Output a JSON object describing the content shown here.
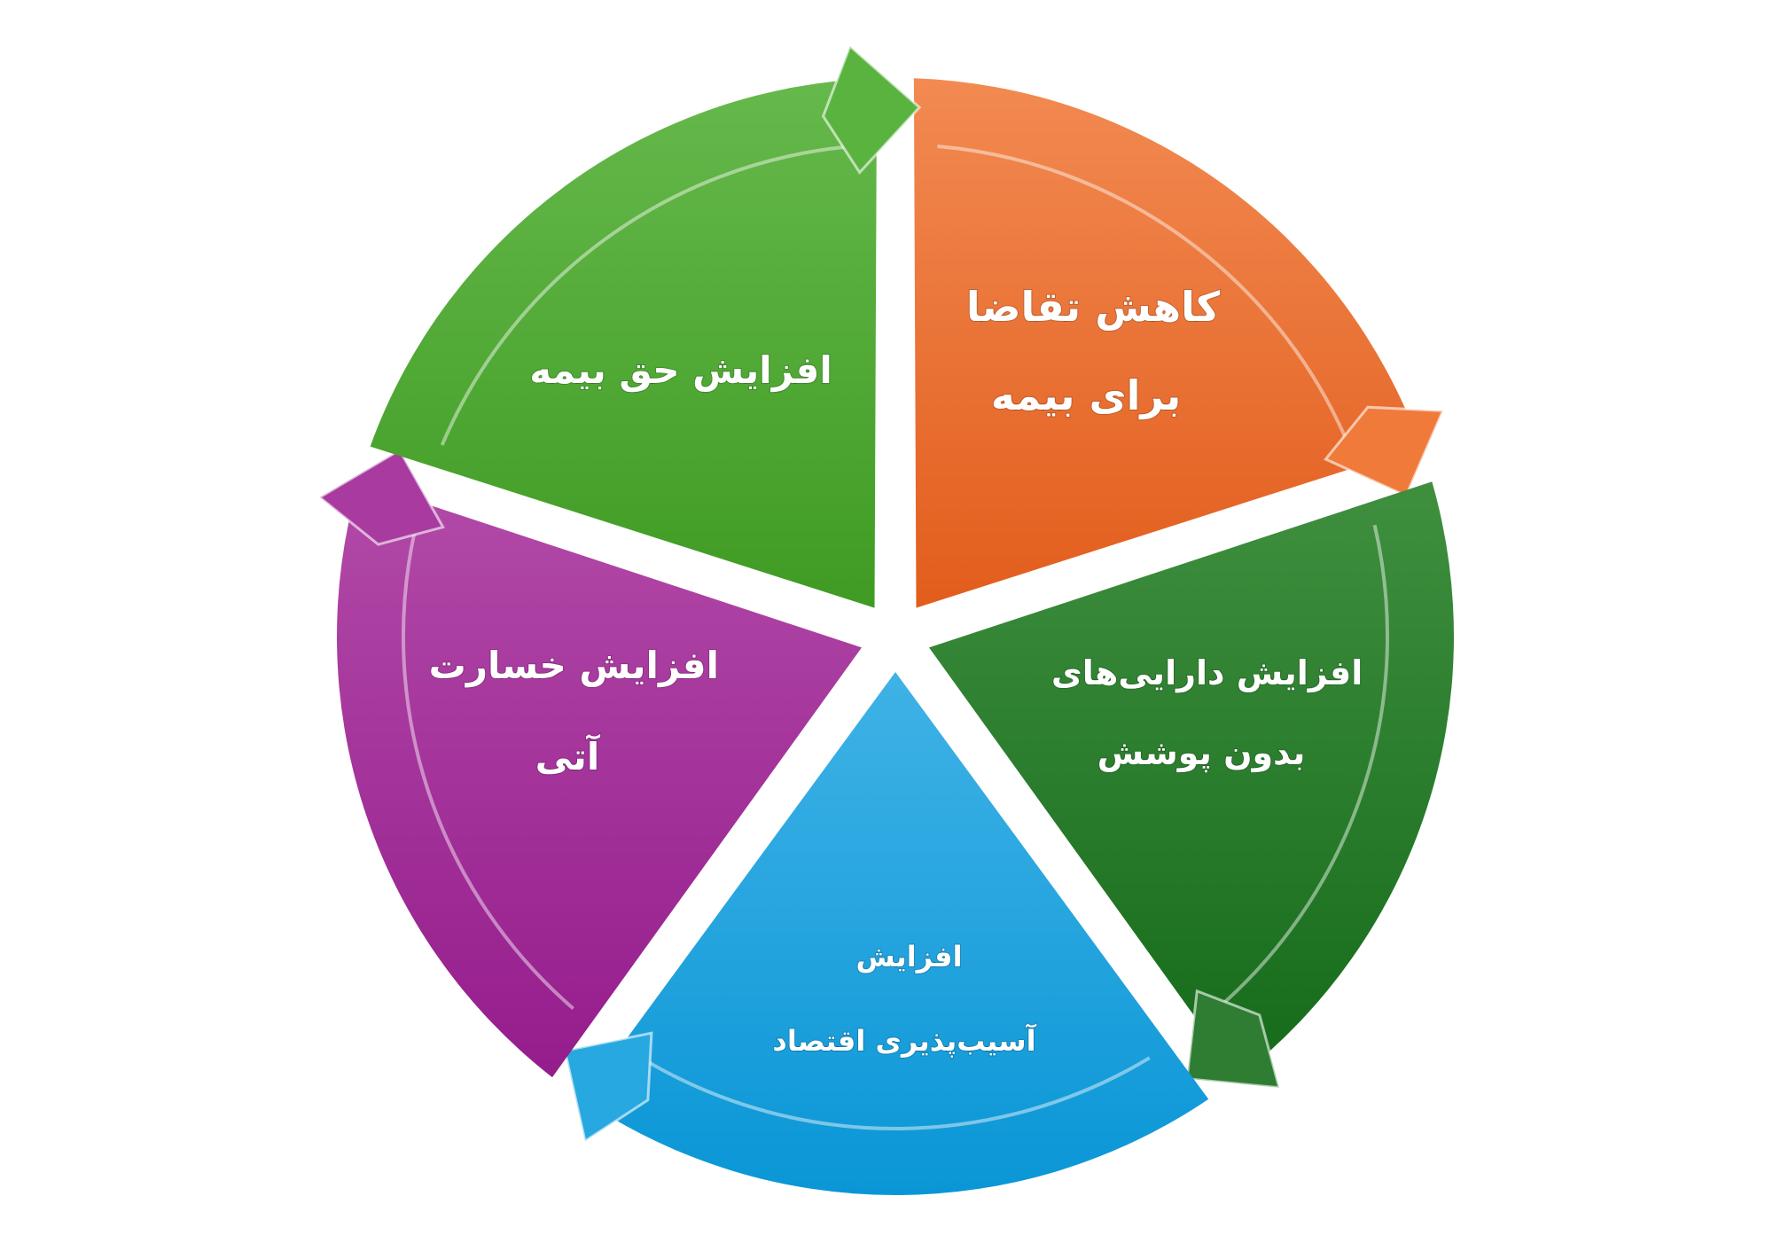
{
  "diagram": {
    "type": "cycle",
    "segments": [
      {
        "id": "orange",
        "lines": [
          "کاهش تقاضا",
          "برای بیمه"
        ],
        "color_light": "#f28a52",
        "color_dark": "#e25d1c",
        "arrow_color": "#f07a3a"
      },
      {
        "id": "dark-green",
        "lines": [
          "افزایش دارایی‌های",
          "بدون پوشش"
        ],
        "color_light": "#3f8f3f",
        "color_dark": "#156b1a",
        "arrow_color": "#2e7d32"
      },
      {
        "id": "blue",
        "lines": [
          "افزایش",
          "آسیب‌پذیری اقتصاد"
        ],
        "color_light": "#3fb2e6",
        "color_dark": "#0a96d6",
        "arrow_color": "#27a8e0"
      },
      {
        "id": "purple",
        "lines": [
          "افزایش خسارت",
          "آتی"
        ],
        "color_light": "#b24aa8",
        "color_dark": "#951c8c",
        "arrow_color": "#a83aa0"
      },
      {
        "id": "light-green",
        "lines": [
          "افزایش حق بیمه"
        ],
        "color_light": "#66b94c",
        "color_dark": "#3f9b23",
        "arrow_color": "#5ab33f"
      }
    ]
  }
}
